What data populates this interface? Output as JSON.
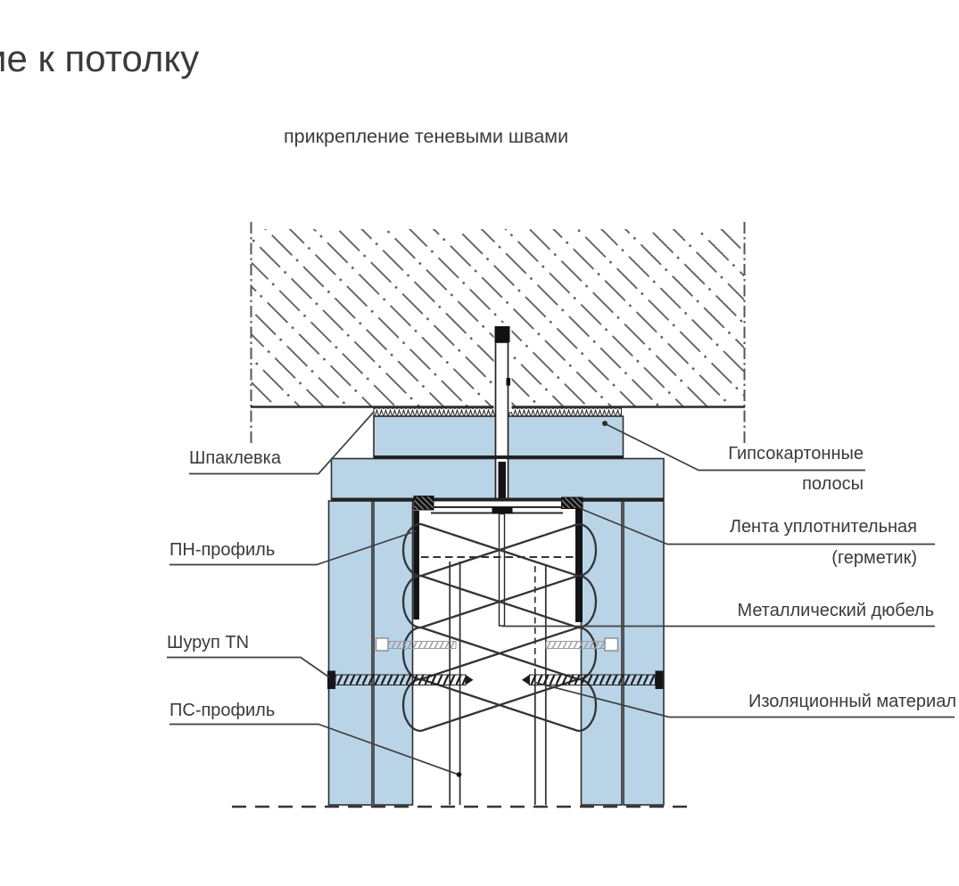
{
  "header": {
    "title": "ие к потолку",
    "subtitle": "прикрепление теневыми швами"
  },
  "labels": {
    "shpaklevka": "Шпаклевка",
    "pn_profil": "ПН-профиль",
    "shurup_tn": "Шуруп TN",
    "ps_profil": "ПС-профиль",
    "gipsokartonnye_line1": "Гипсокартонные",
    "gipsokartonnye_line2": "полосы",
    "lenta_line1": "Лента уплотнительная",
    "lenta_line2": "(герметик)",
    "dyubel": "Металлический дюбель",
    "izolyaciya": "Изоляционный материал"
  },
  "colors": {
    "board_fill": "#b9d4e7",
    "outline": "#2e2e30",
    "hatch": "#555555",
    "text": "#3a3a3c",
    "black_parts": "#141416",
    "hidden_screw": "#929294"
  }
}
